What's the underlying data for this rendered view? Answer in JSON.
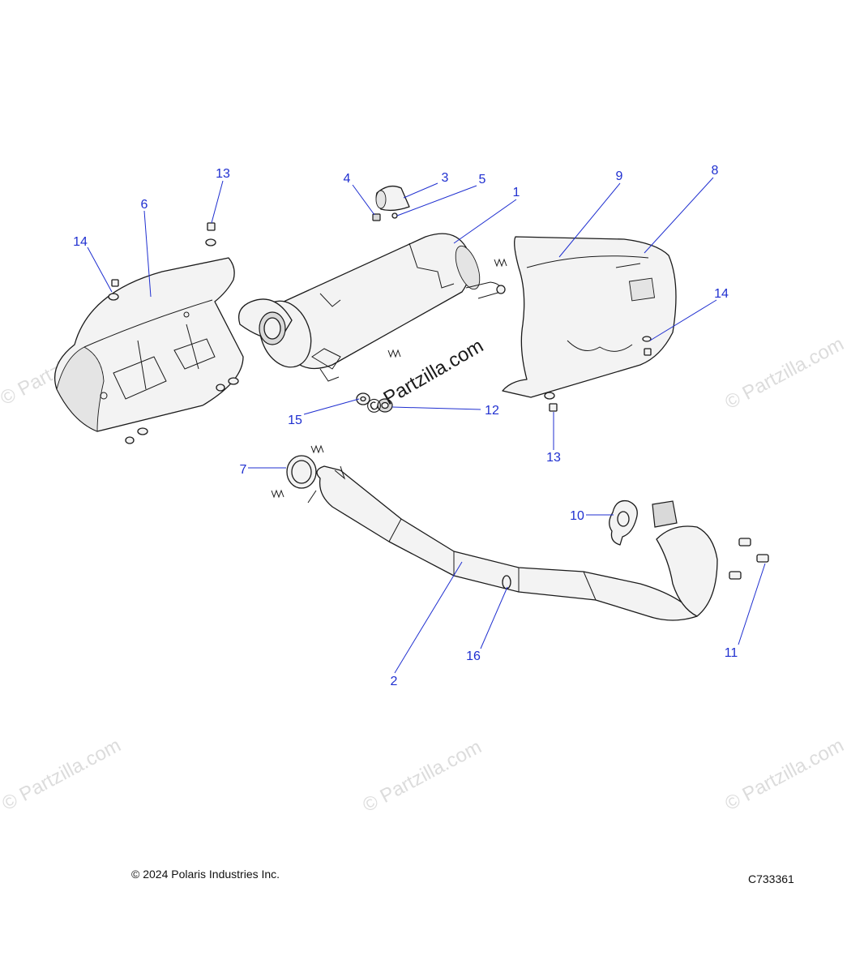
{
  "copyright": "© 2024 Polaris Industries Inc.",
  "drawing_id": "C733361",
  "watermark": "© Partzilla.com",
  "callouts": {
    "c1": "1",
    "c2": "2",
    "c3": "3",
    "c4": "4",
    "c5": "5",
    "c6": "6",
    "c7": "7",
    "c8": "8",
    "c9": "9",
    "c10": "10",
    "c11": "11",
    "c12": "12",
    "c13a": "13",
    "c13b": "13",
    "c14a": "14",
    "c14b": "14",
    "c15": "15",
    "c16": "16"
  },
  "colors": {
    "callout": "#1f2fd0",
    "line": "#1a1a1a",
    "watermark": "#dcdcdc"
  }
}
